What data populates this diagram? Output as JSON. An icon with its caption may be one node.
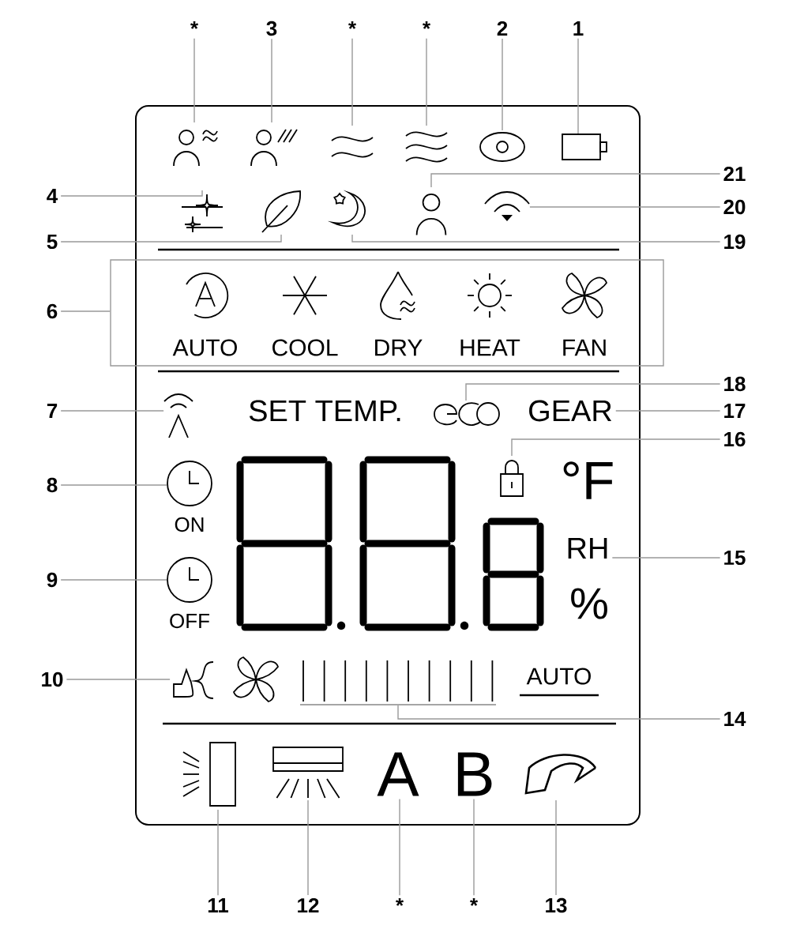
{
  "diagram": {
    "nodes": [
      {
        "text": [
          "*"
        ]
      },
      {
        "text": [
          "3"
        ]
      },
      {
        "text": [
          "*"
        ]
      },
      {
        "text": [
          "*"
        ]
      },
      {
        "text": [
          "2"
        ]
      },
      {
        "text": [
          "1"
        ]
      },
      {
        "text": [],
        "shape": "person"
      },
      {
        "text": [],
        "shape": "person"
      },
      {
        "text": [],
        "shape": "waves"
      },
      {
        "text": [],
        "shape": "waves"
      },
      {
        "text": [],
        "shape": "eye"
      },
      {
        "text": [],
        "shape": "battery"
      },
      {
        "text": [
          "4"
        ]
      },
      {
        "text": [
          "5"
        ]
      },
      {
        "text": [],
        "shape": "sparkle"
      },
      {
        "text": [],
        "shape": "leaf"
      },
      {
        "text": [],
        "shape": "moon"
      },
      {
        "text": [],
        "shape": "person"
      },
      {
        "text": [],
        "shape": "wifi"
      },
      {
        "text": [
          "21"
        ]
      },
      {
        "text": [
          "20"
        ]
      },
      {
        "text": [
          "19"
        ]
      },
      {
        "text": [
          "6"
        ]
      },
      {
        "text": [
          "AUTO",
          "COOL",
          "DRY",
          "HEAT",
          "FAN"
        ]
      },
      {
        "text": [
          "7"
        ]
      },
      {
        "text": [],
        "shape": "antenna"
      },
      {
        "text": [],
        "shape": "loops"
      },
      {
        "text": [
          "GEAR"
        ]
      },
      {
        "text": [
          "18"
        ]
      },
      {
        "text": [
          "17"
        ]
      },
      {
        "text": [],
        "shape": "lock"
      },
      {
        "text": [
          "16"
        ]
      },
      {
        "text": [
          "8"
        ]
      },
      {
        "text": [],
        "shape": "circle",
        "beside": [
          "ON"
        ]
      },
      {
        "text": [
          "9"
        ]
      },
      {
        "text": [],
        "shape": "circle",
        "beside": [
          "OFF"
        ]
      },
      {
        "text": [
          "RH"
        ]
      },
      {
        "text": [
          "15"
        ]
      },
      {
        "text": [
          "10"
        ]
      },
      {
        "text": [],
        "shape": "hand"
      },
      {
        "text": [],
        "shape": "bar"
      },
      {
        "text": [
          "14"
        ]
      },
      {
        "text": [],
        "shape": "lamp"
      },
      {
        "text": [],
        "shape": "box"
      },
      {
        "text": [
          "A"
        ]
      },
      {
        "text": [
          "B"
        ]
      },
      {
        "text": [],
        "shape": "arrow"
      },
      {
        "text": [
          "11"
        ]
      },
      {
        "text": [
          "12"
        ]
      },
      {
        "text": [
          "*"
        ]
      },
      {
        "text": [
          "*"
        ]
      },
      {
        "text": [
          "13"
        ]
      }
    ],
    "edges": [
      {
        "from": 0,
        "to": 6,
        "arrow": "none"
      },
      {
        "from": 1,
        "to": 7,
        "arrow": "none"
      },
      {
        "from": 2,
        "to": 8,
        "arrow": "none"
      },
      {
        "from": 3,
        "to": 9,
        "arrow": "none"
      },
      {
        "from": 4,
        "to": 10,
        "arrow": "none"
      },
      {
        "from": 5,
        "to": 11,
        "arrow": "none"
      },
      {
        "from": 12,
        "to": 14,
        "arrow": "none"
      },
      {
        "from": 13,
        "to": 15,
        "arrow": "none"
      },
      {
        "from": 19,
        "to": 17,
        "arrow": "none"
      },
      {
        "from": 20,
        "to": 18,
        "arrow": "none"
      },
      {
        "from": 21,
        "to": 16,
        "arrow": "none"
      },
      {
        "from": 22,
        "to": 23,
        "arrow": "none"
      },
      {
        "from": 24,
        "to": 25,
        "arrow": "none"
      },
      {
        "from": 28,
        "to": 26,
        "arrow": "none"
      },
      {
        "from": 29,
        "to": 27,
        "arrow": "none"
      },
      {
        "from": 31,
        "to": 30,
        "arrow": "none"
      },
      {
        "from": 32,
        "to": 33,
        "arrow": "none"
      },
      {
        "from": 34,
        "to": 35,
        "arrow": "none"
      },
      {
        "from": 37,
        "to": 36,
        "arrow": "none"
      },
      {
        "from": 38,
        "to": 39,
        "arrow": "none"
      },
      {
        "from": 41,
        "to": 40,
        "arrow": "none"
      },
      {
        "from": 47,
        "to": 42,
        "arrow": "none"
      },
      {
        "from": 48,
        "to": 43,
        "arrow": "none"
      },
      {
        "from": 49,
        "to": 44,
        "arrow": "none"
      },
      {
        "from": 50,
        "to": 45,
        "arrow": "none"
      },
      {
        "from": 51,
        "to": 46,
        "arrow": "none"
      }
    ],
    "labels": [
      "SET TEMP.",
      "°F",
      "%",
      "AUTO"
    ]
  }
}
